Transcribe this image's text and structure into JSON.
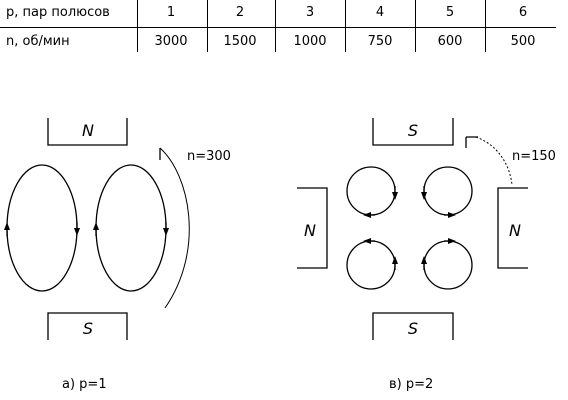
{
  "table": {
    "row1_header": "p, пар полюсов",
    "row2_header": "n, об/мин",
    "poles": [
      "1",
      "2",
      "3",
      "4",
      "5",
      "6"
    ],
    "speeds": [
      "3000",
      "1500",
      "1000",
      "750",
      "600",
      "500"
    ]
  },
  "diagram_a": {
    "top_pole": "N",
    "bottom_pole": "S",
    "speed_label": "n=300",
    "caption": "а) p=1"
  },
  "diagram_b": {
    "top_pole": "S",
    "bottom_pole": "S",
    "left_pole": "N",
    "right_pole": "N",
    "speed_label": "n=150",
    "caption": "в) p=2"
  }
}
